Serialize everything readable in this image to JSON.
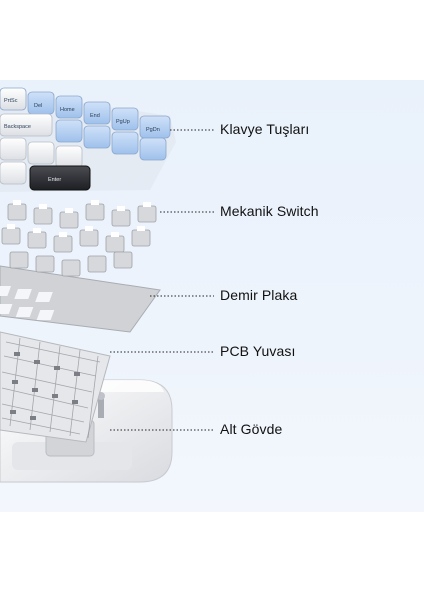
{
  "labels": {
    "keycaps": "Klavye Tuşları",
    "switch": "Mekanik Switch",
    "plate": "Demir Plaka",
    "pcb": "PCB Yuvası",
    "case": "Alt Gövde"
  },
  "keycap_legends": [
    "PrtSc",
    "Del",
    "Home",
    "Backspace",
    "End",
    "PgUp",
    "PgDn",
    "Enter"
  ],
  "colors": {
    "background": "#eaf2fb",
    "keycap_white": "#f4f5f7",
    "keycap_blue": "#b9d3f3",
    "keycap_dark": "#2b2d31",
    "switch": "#d9dadd",
    "plate": "#c9cbcf",
    "pcb": "#e2e3e5",
    "case": "#f1f2f4"
  }
}
